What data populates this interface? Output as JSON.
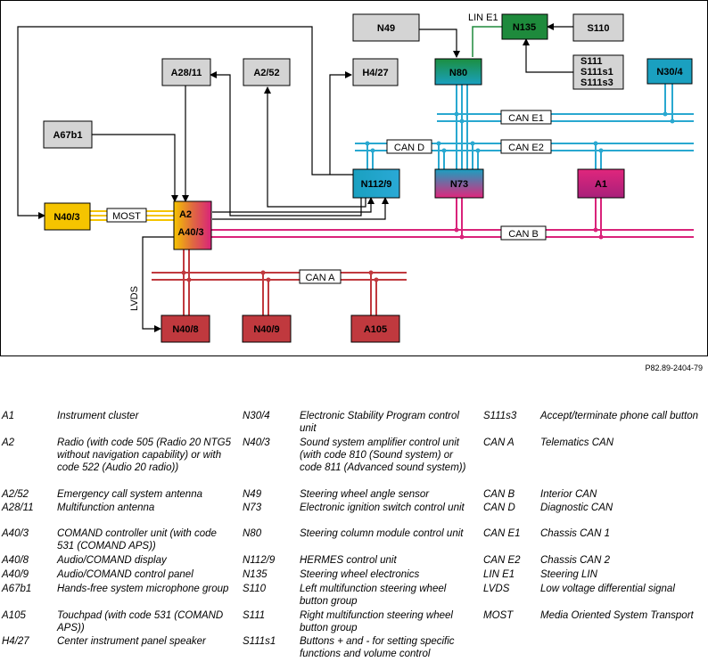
{
  "diagram": {
    "components": {
      "N49": "N49",
      "N135": "N135",
      "S110": "S110",
      "S111": "S111",
      "S111s1": "S111s1",
      "S111s3": "S111s3",
      "N80": "N80",
      "N30_4": "N30/4",
      "A28_11": "A28/11",
      "A2_52": "A2/52",
      "H4_27": "H4/27",
      "A67b1": "A67b1",
      "N112_9": "N112/9",
      "N73": "N73",
      "A1": "A1",
      "N40_3": "N40/3",
      "A2": "A2",
      "A40_3": "A40/3",
      "N40_8": "N40/8",
      "N40_9": "N40/9",
      "A105": "A105"
    },
    "buses": {
      "lin_e1": "LIN E1",
      "can_e1": "CAN E1",
      "can_d": "CAN D",
      "can_e2": "CAN E2",
      "can_b": "CAN B",
      "can_a": "CAN A",
      "most": "MOST",
      "lvds": "LVDS"
    },
    "colors": {
      "gray": "#d4d4d4",
      "yellow": "#f5c400",
      "green": "#1e8a3c",
      "teal": "#1a9fb8",
      "magenta": "#d9237a",
      "red": "#c0393e",
      "can_b_line": "#d9237a",
      "can_e_line": "#29a8d0",
      "can_a_line": "#c0393e"
    }
  },
  "reference_code": "P82.89-2404-79",
  "legend": {
    "col1": [
      {
        "code": "A1",
        "desc": "Instrument cluster"
      },
      {
        "code": "A2",
        "desc": "Radio (with code 505 (Radio 20 NTG5 without navigation capability) or with code 522 (Audio 20 radio))"
      },
      {
        "code": "A2/52",
        "desc": "Emergency call system antenna"
      },
      {
        "code": "A28/11",
        "desc": "Multifunction antenna"
      },
      {
        "code": "A40/3",
        "desc": "COMAND controller unit (with code 531 (COMAND APS))"
      },
      {
        "code": "A40/8",
        "desc": "Audio/COMAND display"
      },
      {
        "code": "A40/9",
        "desc": "Audio/COMAND control panel"
      },
      {
        "code": "A67b1",
        "desc": "Hands-free system microphone group"
      },
      {
        "code": "A105",
        "desc": "Touchpad (with code 531 (COMAND APS))"
      },
      {
        "code": "H4/27",
        "desc": "Center instrument panel speaker"
      }
    ],
    "col2": [
      {
        "code": "N30/4",
        "desc": "Electronic Stability Program control unit"
      },
      {
        "code": "N40/3",
        "desc": "Sound system amplifier control unit (with code 810 (Sound system) or code 811 (Advanced sound system))"
      },
      {
        "code": "N49",
        "desc": "Steering wheel angle sensor"
      },
      {
        "code": "N73",
        "desc": "Electronic ignition switch control unit"
      },
      {
        "code": "N80",
        "desc": "Steering column module control unit"
      },
      {
        "code": "N112/9",
        "desc": "HERMES control unit"
      },
      {
        "code": "N135",
        "desc": "Steering wheel electronics"
      },
      {
        "code": "S110",
        "desc": "Left multifunction steering wheel button group"
      },
      {
        "code": "S111",
        "desc": "Right multifunction steering wheel button group"
      },
      {
        "code": "S111s1",
        "desc": "Buttons + and - for setting specific functions and volume control"
      }
    ],
    "col3": [
      {
        "code": "S111s3",
        "desc": "Accept/terminate phone call button"
      },
      {
        "code": "CAN A",
        "desc": "Telematics CAN"
      },
      {
        "code": "CAN B",
        "desc": "Interior CAN"
      },
      {
        "code": "CAN D",
        "desc": "Diagnostic CAN"
      },
      {
        "code": "CAN E1",
        "desc": "Chassis CAN 1"
      },
      {
        "code": "CAN E2",
        "desc": "Chassis CAN 2"
      },
      {
        "code": "LIN E1",
        "desc": "Steering LIN"
      },
      {
        "code": "LVDS",
        "desc": "Low voltage differential signal"
      },
      {
        "code": "MOST",
        "desc": "Media Oriented System Transport"
      }
    ]
  }
}
